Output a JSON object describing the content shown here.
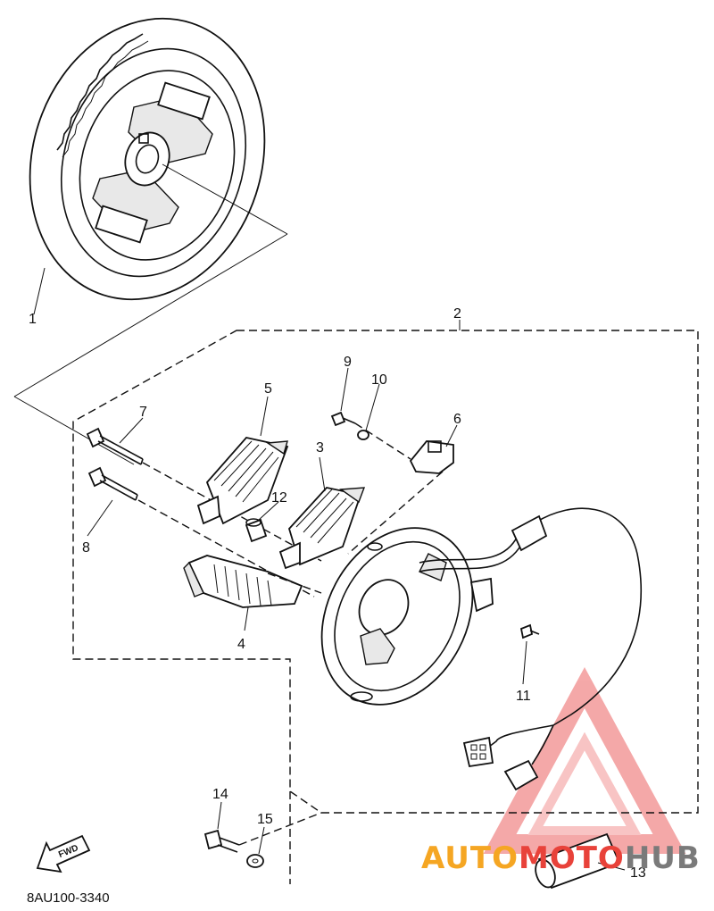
{
  "diagram": {
    "part_labels": {
      "p1": "1",
      "p2": "2",
      "p3": "3",
      "p4": "4",
      "p5": "5",
      "p6": "6",
      "p7": "7",
      "p8": "8",
      "p9": "9",
      "p10": "10",
      "p11": "11",
      "p12": "12",
      "p13": "13",
      "p14": "14",
      "p15": "15"
    },
    "forward_arrow_label": "FWD",
    "drawing_code": "8AU100-3340"
  },
  "watermark": {
    "text_left": "AUTO",
    "text_mid": "MOTO",
    "text_right": "HUB",
    "colors": {
      "orange": "#f5a623",
      "red": "#e8423a",
      "gray": "#7a7a7a"
    }
  }
}
